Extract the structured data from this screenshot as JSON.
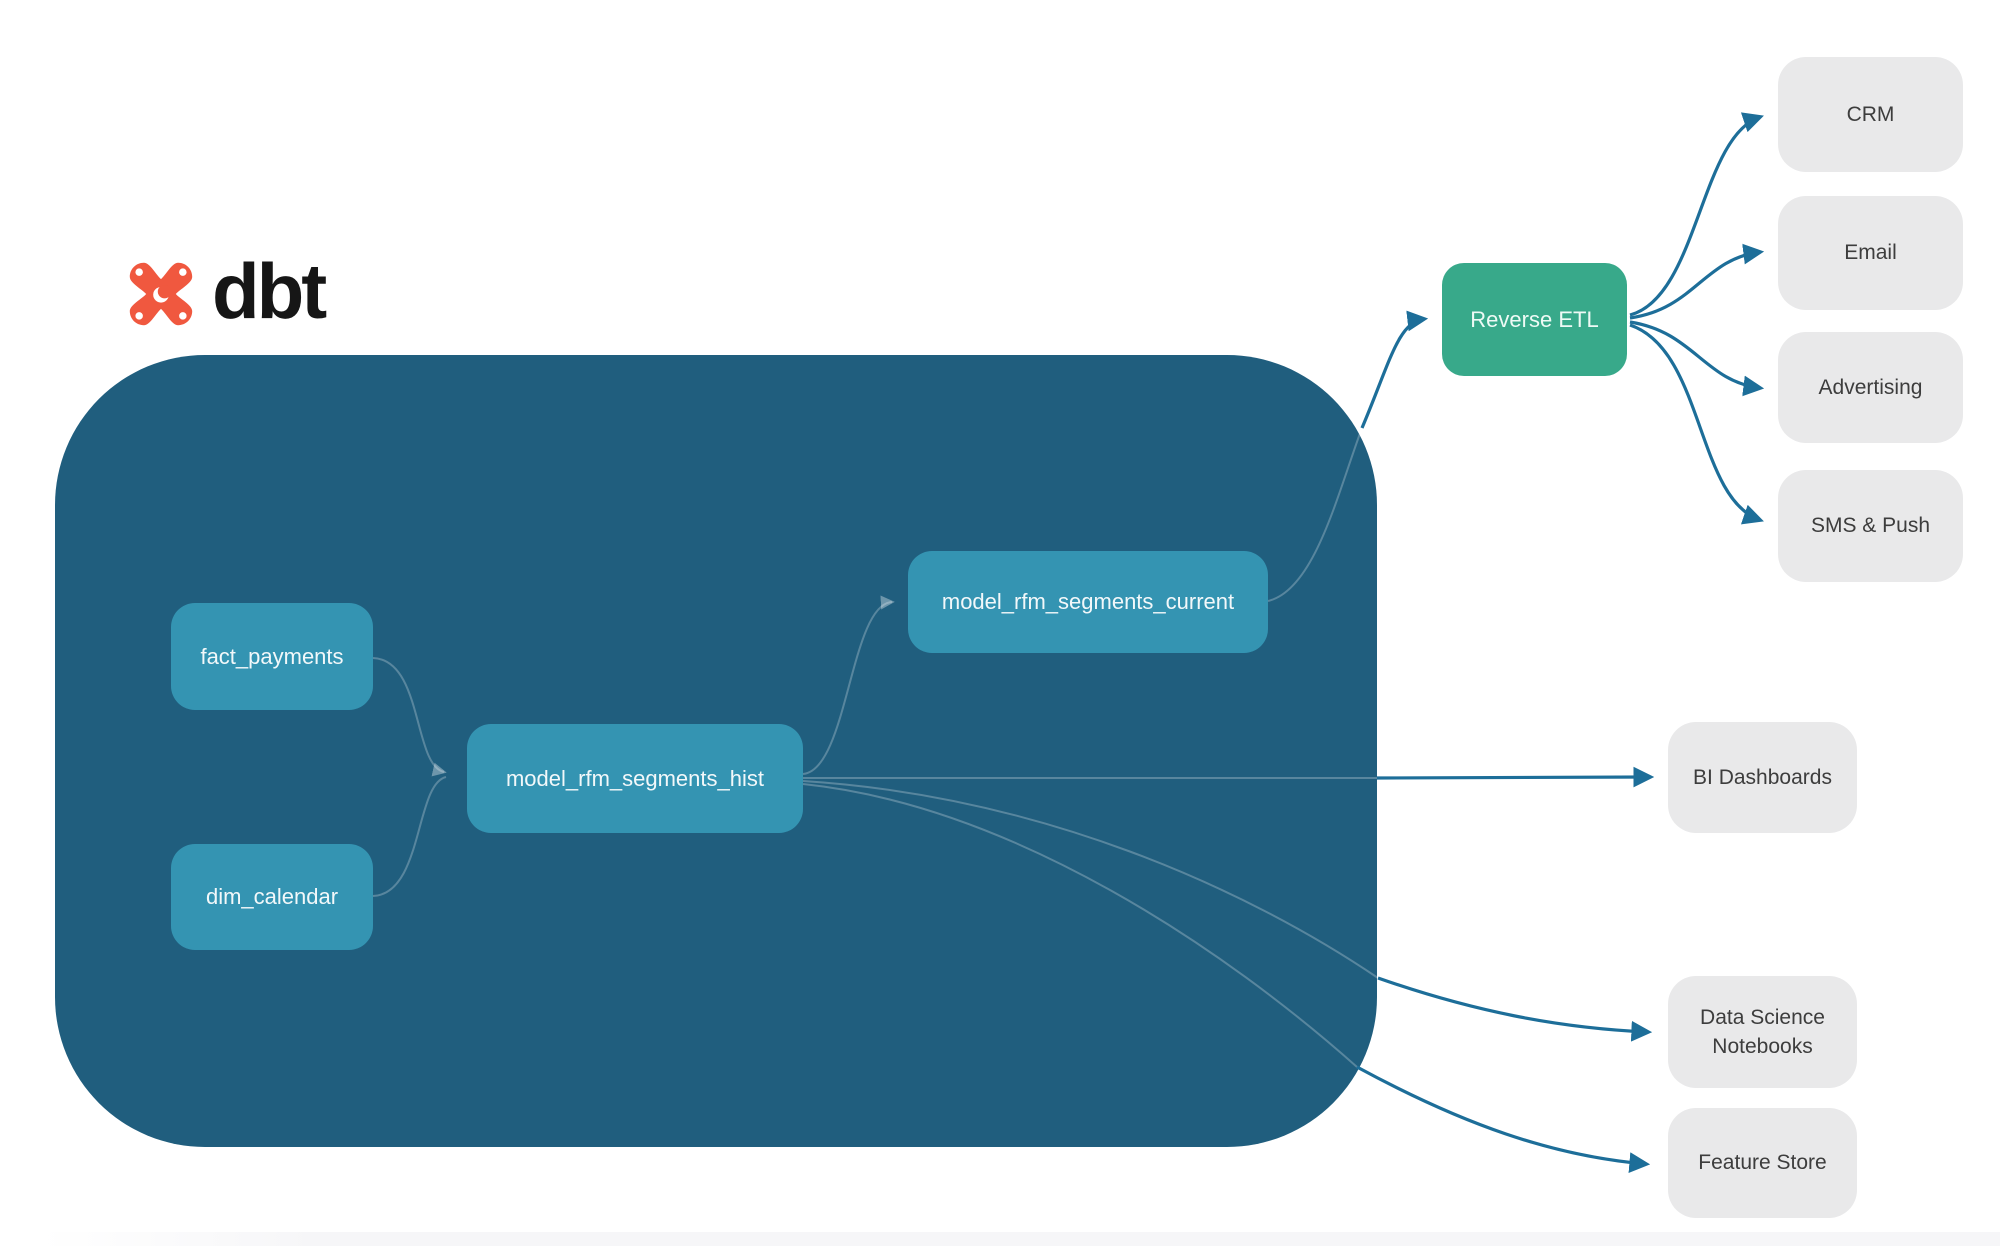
{
  "logo": {
    "text": "dbt"
  },
  "nodes": {
    "fact_payments": {
      "label": "fact_payments"
    },
    "dim_calendar": {
      "label": "dim_calendar"
    },
    "model_rfm_segments_hist": {
      "label": "model_rfm_segments_hist"
    },
    "model_rfm_segments_current": {
      "label": "model_rfm_segments_current"
    },
    "reverse_etl": {
      "label": "Reverse ETL"
    },
    "crm": {
      "label": "CRM"
    },
    "email": {
      "label": "Email"
    },
    "advertising": {
      "label": "Advertising"
    },
    "sms_push": {
      "label": "SMS & Push"
    },
    "bi_dashboards": {
      "label": "BI Dashboards"
    },
    "data_science_notebooks": {
      "label": "Data Science Notebooks"
    },
    "feature_store": {
      "label": "Feature Store"
    }
  },
  "edges": [
    {
      "from": "fact_payments",
      "to": "model_rfm_segments_hist"
    },
    {
      "from": "dim_calendar",
      "to": "model_rfm_segments_hist"
    },
    {
      "from": "model_rfm_segments_hist",
      "to": "model_rfm_segments_current"
    },
    {
      "from": "model_rfm_segments_hist",
      "to": "bi_dashboards"
    },
    {
      "from": "model_rfm_segments_hist",
      "to": "data_science_notebooks"
    },
    {
      "from": "model_rfm_segments_hist",
      "to": "feature_store"
    },
    {
      "from": "model_rfm_segments_current",
      "to": "reverse_etl"
    },
    {
      "from": "reverse_etl",
      "to": "crm"
    },
    {
      "from": "reverse_etl",
      "to": "email"
    },
    {
      "from": "reverse_etl",
      "to": "advertising"
    },
    {
      "from": "reverse_etl",
      "to": "sms_push"
    }
  ],
  "colors": {
    "container_navy": "#205E7E",
    "model_teal": "#3494B2",
    "reverse_etl_green": "#38A98A",
    "destination_gray": "#E9E9EA",
    "arrow_blue": "#1D6E99",
    "logo_orange": "#F0583F",
    "background": "#FFFFFF"
  }
}
